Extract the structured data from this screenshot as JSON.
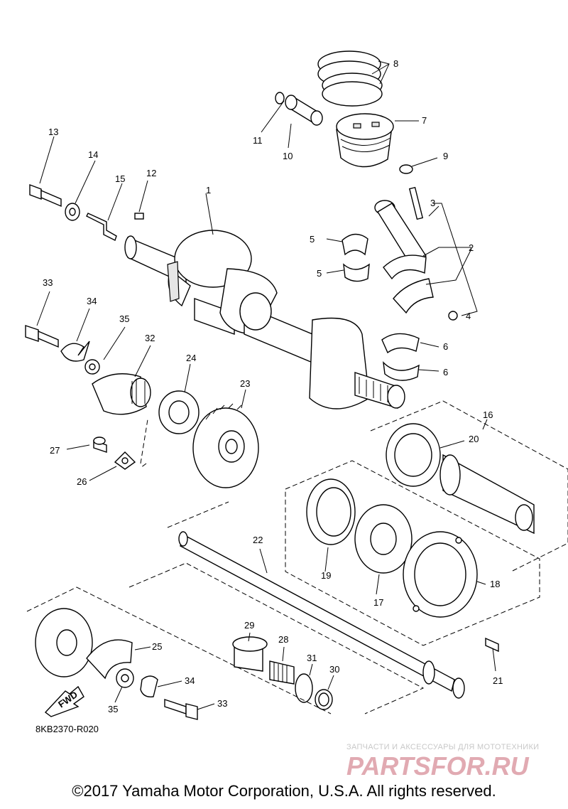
{
  "diagram": {
    "part_numbers": {
      "p1": "1",
      "p2": "2",
      "p3": "3",
      "p4": "4",
      "p5a": "5",
      "p5b": "5",
      "p6a": "6",
      "p6b": "6",
      "p7": "7",
      "p8": "8",
      "p9": "9",
      "p10": "10",
      "p11": "11",
      "p12": "12",
      "p13": "13",
      "p14": "14",
      "p15": "15",
      "p16": "16",
      "p17": "17",
      "p18": "18",
      "p19": "19",
      "p20": "20",
      "p21": "21",
      "p22": "22",
      "p23": "23",
      "p24": "24",
      "p25": "25",
      "p26": "26",
      "p27": "27",
      "p28": "28",
      "p29": "29",
      "p30": "30",
      "p31": "31",
      "p32": "32",
      "p33a": "33",
      "p33b": "33",
      "p34a": "34",
      "p34b": "34",
      "p35a": "35",
      "p35b": "35"
    },
    "fwd_label": "FWD",
    "drawing_code": "8KB2370-R020"
  },
  "watermark": {
    "subtitle": "ЗАПЧАСТИ И АКСЕССУАРЫ ДЛЯ МОТОТЕХНИКИ",
    "logo": "PARTSFOR.RU"
  },
  "copyright": "©2017 Yamaha Motor Corporation, U.S.A. All rights reserved."
}
